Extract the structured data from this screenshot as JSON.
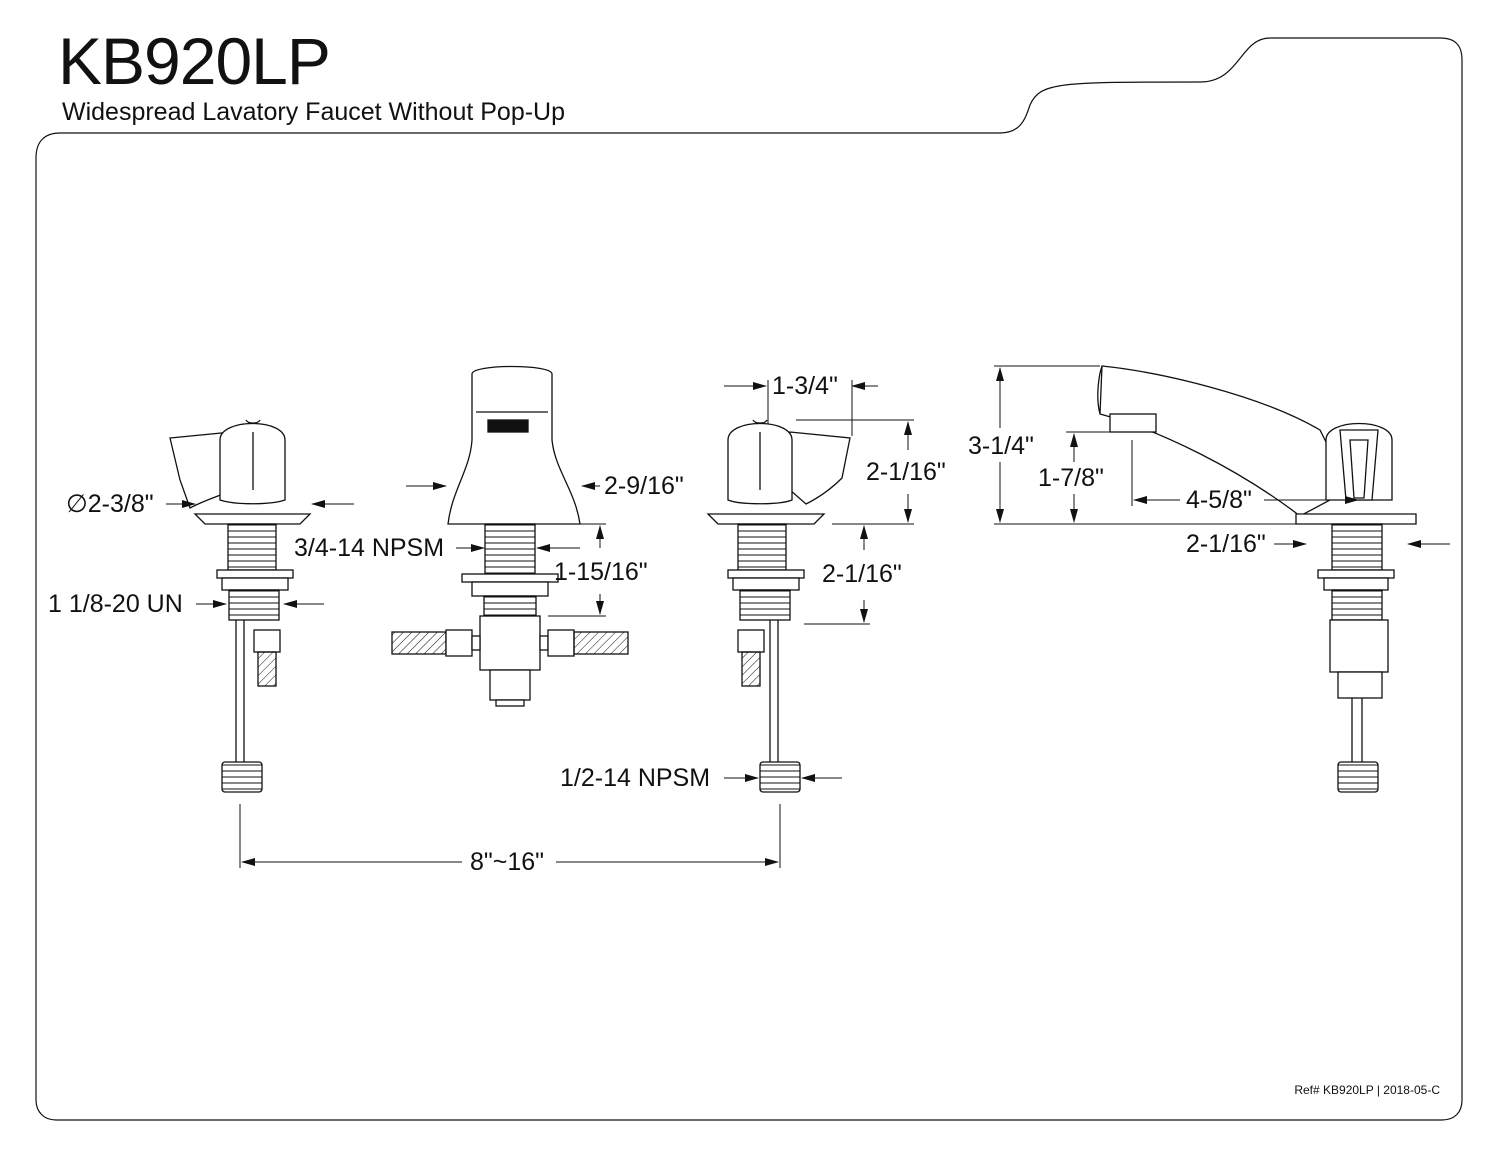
{
  "header": {
    "model": "KB920LP",
    "description": "Widespread Lavatory Faucet Without Pop-Up"
  },
  "footer": {
    "ref": "Ref# KB920LP | 2018-05-C"
  },
  "dimensions": {
    "handle_diameter": "∅2-3/8\"",
    "handle_thread": "1 1/8-20 UN",
    "spout_thread": "3/4-14 NPSM",
    "spout_width": "2-9/16\"",
    "spout_shank": "1-15/16\"",
    "handle_width": "1-3/4\"",
    "handle_height": "2-1/16\"",
    "handle_shank": "2-1/16\"",
    "supply_thread": "1/2-14 NPSM",
    "spread": "8\"~16\"",
    "spout_height": "3-1/4\"",
    "spout_clearance": "1-7/8\"",
    "spout_reach": "4-5/8\"",
    "escutcheon": "2-1/16\""
  },
  "colors": {
    "line": "#111111",
    "background": "#ffffff"
  }
}
